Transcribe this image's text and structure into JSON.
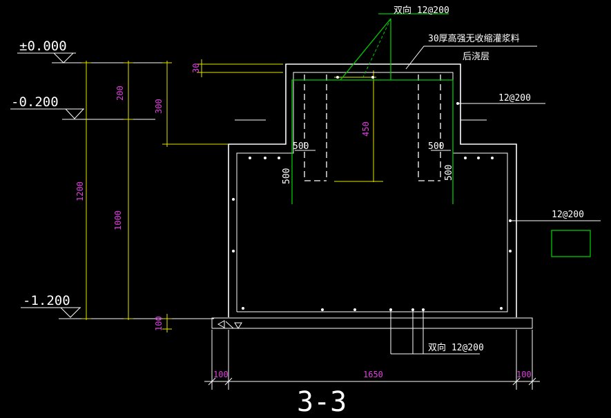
{
  "levels": {
    "l0": "±0.000",
    "l1": "-0.200",
    "l2": "-1.200"
  },
  "dimensions": {
    "d200": "200",
    "d300": "300",
    "d30": "30",
    "d1200": "1200",
    "d1000": "1000",
    "d100_bottom": "100",
    "d450": "450",
    "d500_left_h": "500",
    "d500_right_h": "500",
    "d500_left_v": "500",
    "d500_right_v": "500",
    "d100_left": "100",
    "d1650": "1650",
    "d100_right": "100"
  },
  "annotations": {
    "top_rebar": "双向 12@200",
    "grout": "30厚高强无收缩灌浆料",
    "post_pour": "后浇层",
    "side_rebar_upper": "12@200",
    "side_rebar_right": "12@200",
    "bottom_rebar": "双向 12@200"
  },
  "section_title": "3-3",
  "colors": {
    "background": "#000000",
    "outline": "#ffffff",
    "rebar": "#00cc00",
    "dimension_line": "#e6e600",
    "dimension_text": "#e040e0"
  }
}
